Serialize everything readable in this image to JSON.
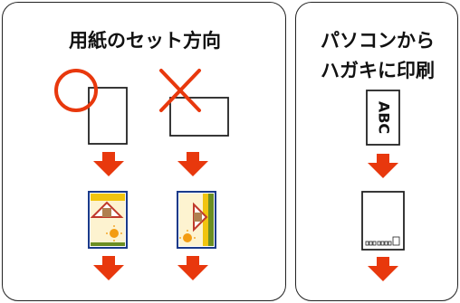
{
  "left_panel": {
    "title": "用紙のセット方向"
  },
  "right_panel": {
    "title_line1": "パソコンから",
    "title_line2": "ハガキに印刷",
    "card_text": "ABC"
  },
  "colors": {
    "arrow": "#e8380d",
    "ok_mark": "#e8380d",
    "ng_mark": "#e8380d",
    "frame": "#222222",
    "card_border": "#1a3a8a"
  },
  "icons": [
    "circle-ok-icon",
    "cross-ng-icon",
    "down-arrow-icon",
    "postcard-illustration"
  ]
}
